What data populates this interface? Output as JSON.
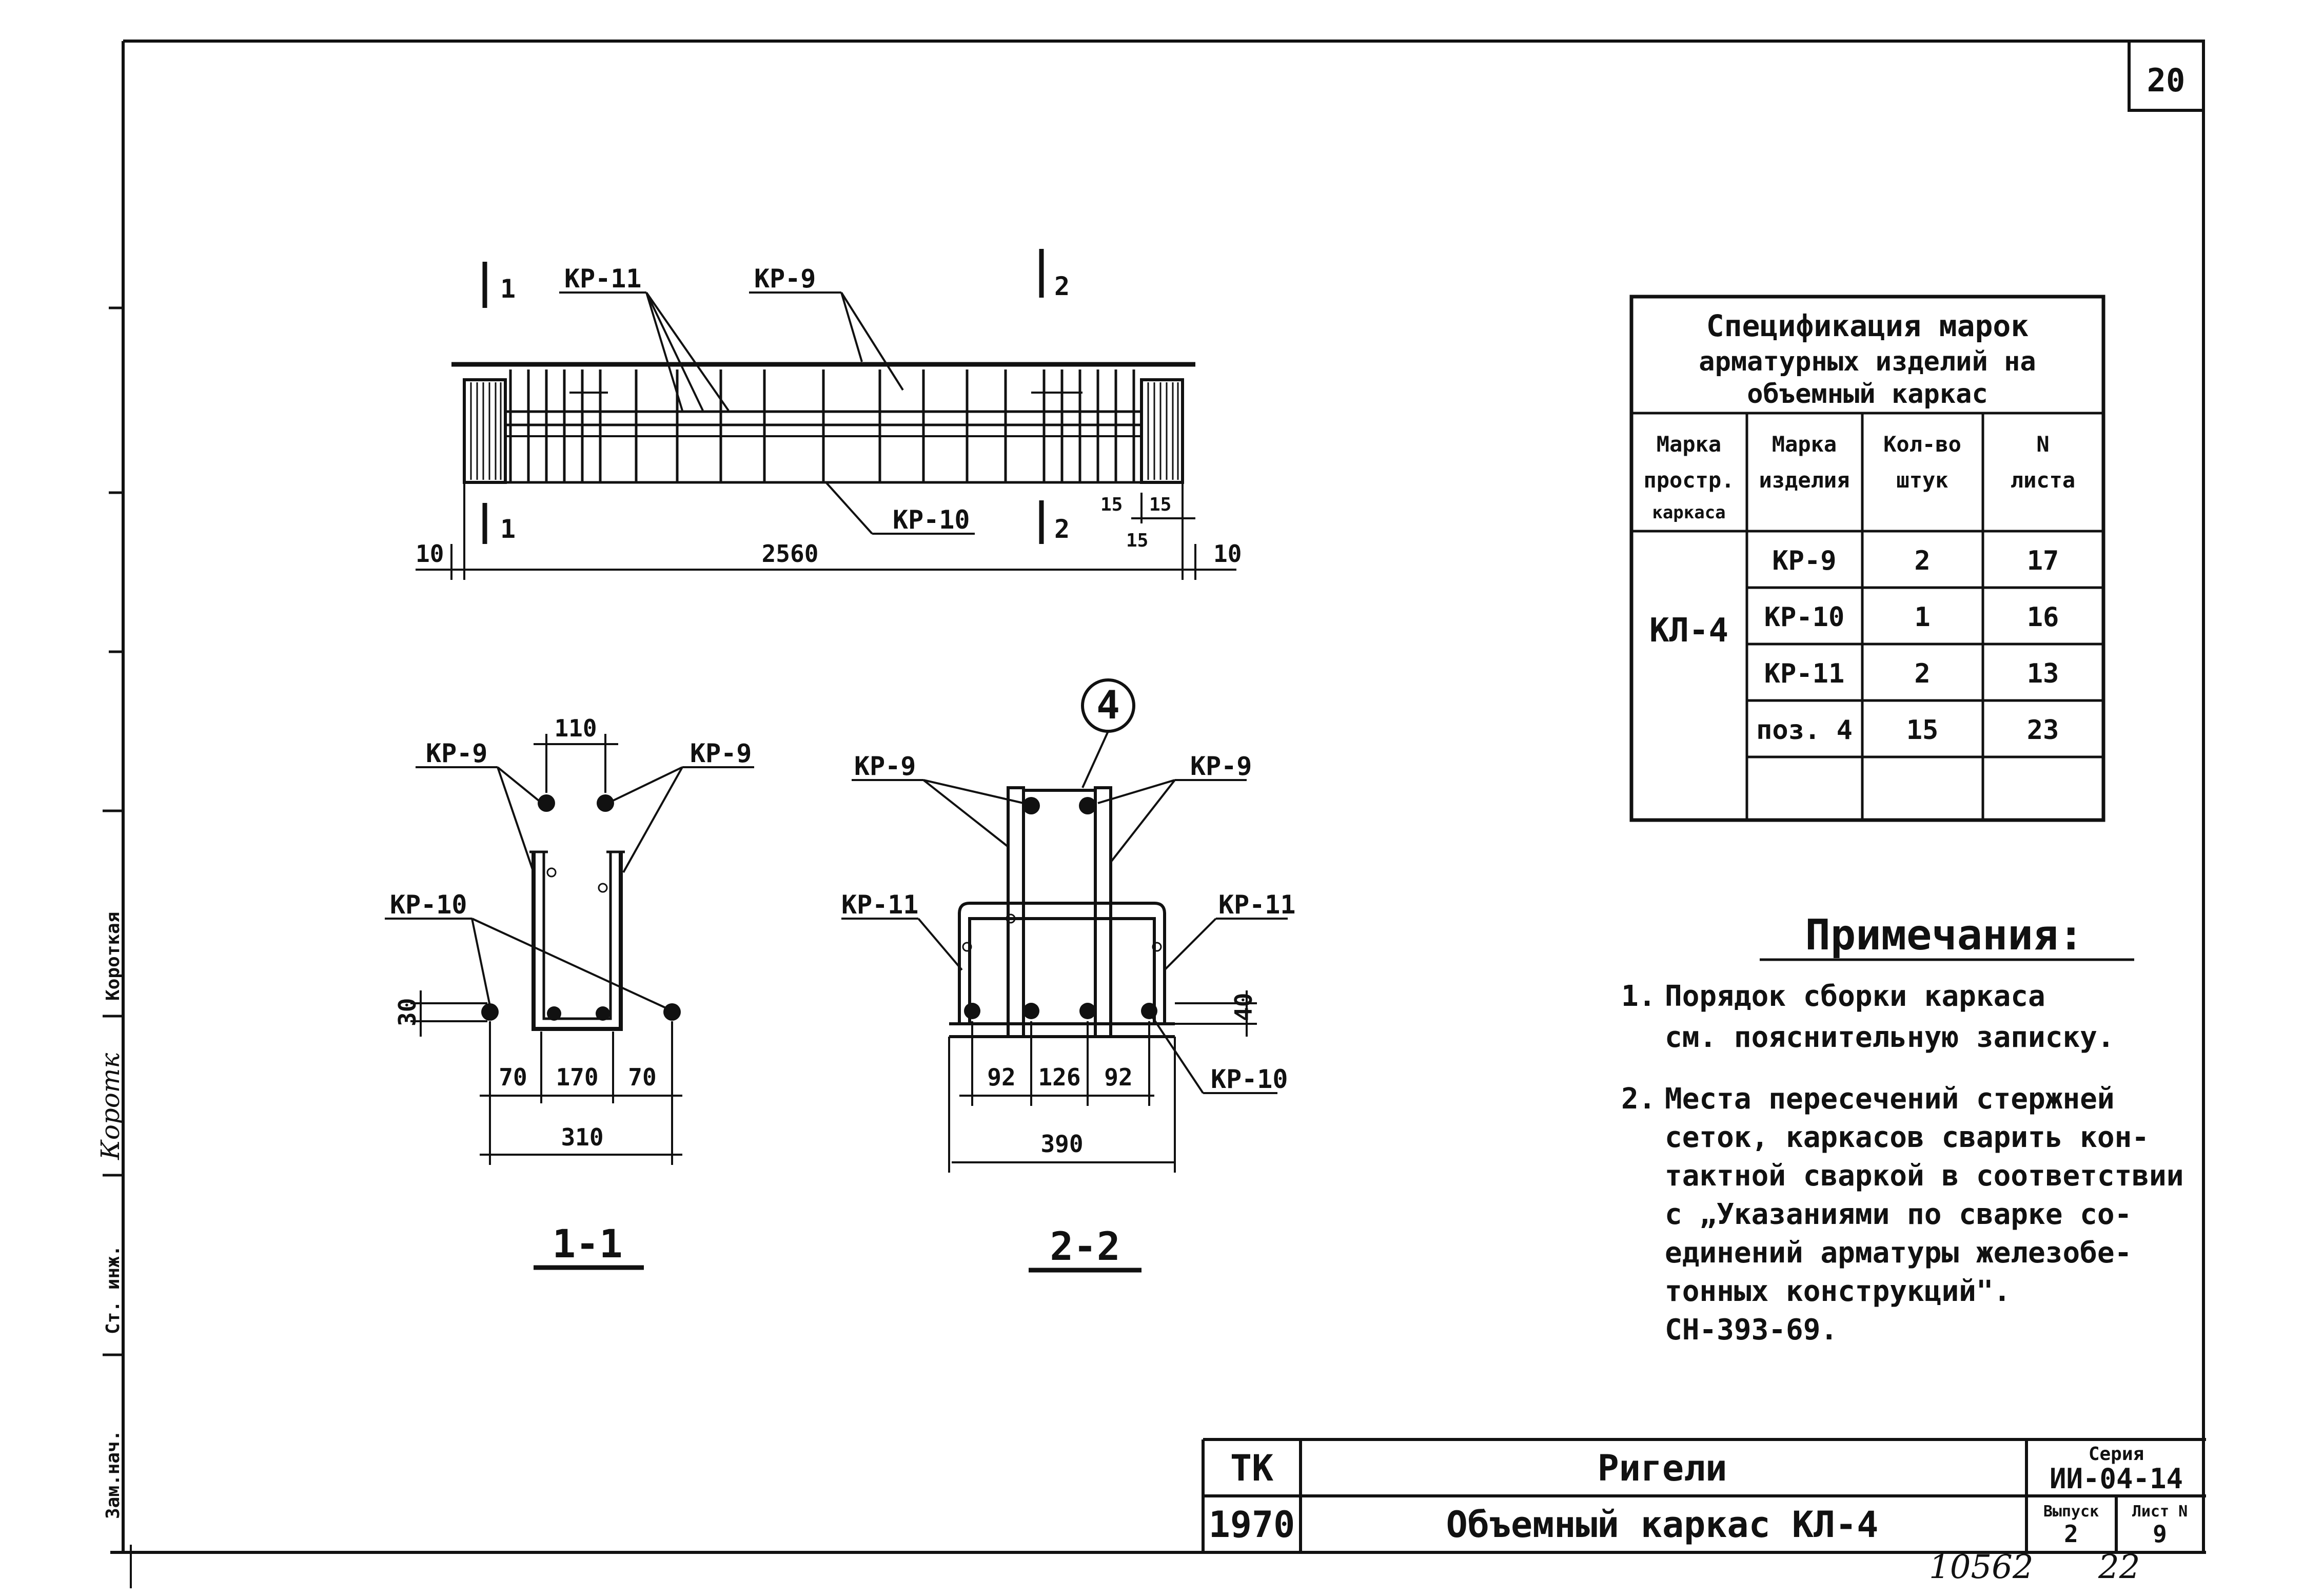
{
  "sheet": {
    "page_number": "20",
    "handwritten_number": "10562",
    "handwritten_sheet": "22"
  },
  "side_stamp": {
    "role_1": "Ст. инж.",
    "name_1": "Короткая",
    "role_2": "Зам.нач."
  },
  "elevation": {
    "section_marks": [
      "1",
      "1",
      "2",
      "2"
    ],
    "callouts": [
      "КР-11",
      "КР-9",
      "КР-10"
    ],
    "dims": {
      "left_end": "10",
      "right_end": "10",
      "length": "2560",
      "d15a": "15",
      "d15b": "15",
      "d15c": "15"
    }
  },
  "section_1_1": {
    "title": "1-1",
    "callouts": [
      "КР-9",
      "КР-9",
      "КР-10"
    ],
    "dims": {
      "top": "110",
      "side_h": "30",
      "w1": "70",
      "w2": "170",
      "w3": "70",
      "total": "310"
    }
  },
  "section_2_2": {
    "title": "2-2",
    "bubble": "4",
    "callouts": [
      "КР-9",
      "КР-9",
      "КР-11",
      "КР-11",
      "КР-10"
    ],
    "dims": {
      "side_h": "40",
      "w1": "92",
      "w2": "126",
      "w3": "92",
      "total": "390"
    }
  },
  "spec_table": {
    "title_lines": [
      "Спецификация марок",
      "арматурных изделий на",
      "объемный каркас"
    ],
    "headers": [
      [
        "Марка",
        "простр.",
        "каркаса"
      ],
      [
        "Марка",
        "изделия"
      ],
      [
        "Кол-во",
        "штук"
      ],
      [
        "N",
        "листа"
      ]
    ],
    "frame": "КЛ-4",
    "rows": [
      [
        "КР-9",
        "2",
        "17"
      ],
      [
        "КР-10",
        "1",
        "16"
      ],
      [
        "КР-11",
        "2",
        "13"
      ],
      [
        "поз. 4",
        "15",
        "23"
      ],
      [
        "",
        "",
        ""
      ]
    ]
  },
  "notes": {
    "heading": "Примечания:",
    "items": [
      {
        "num": "1.",
        "lines": [
          "Порядок сборки каркаса",
          "см. пояснительную записку."
        ]
      },
      {
        "num": "2.",
        "lines": [
          "Места пересечений стержней",
          "сеток, каркасов сварить кон-",
          "тактной сваркой в соответствии",
          "с „Указаниями по сварке со-",
          "единений арматуры железобе-",
          "тонных конструкций\".",
          "СН-393-69."
        ]
      }
    ]
  },
  "title_block": {
    "org": "ТК",
    "year": "1970",
    "title": "Ригели",
    "subtitle": "Объемный каркас КЛ-4",
    "series_label": "Серия",
    "series_value": "ИИ-04-14",
    "issue_label": "Выпуск",
    "issue_value": "2",
    "sheet_label": "Лист N",
    "sheet_value": "9"
  }
}
